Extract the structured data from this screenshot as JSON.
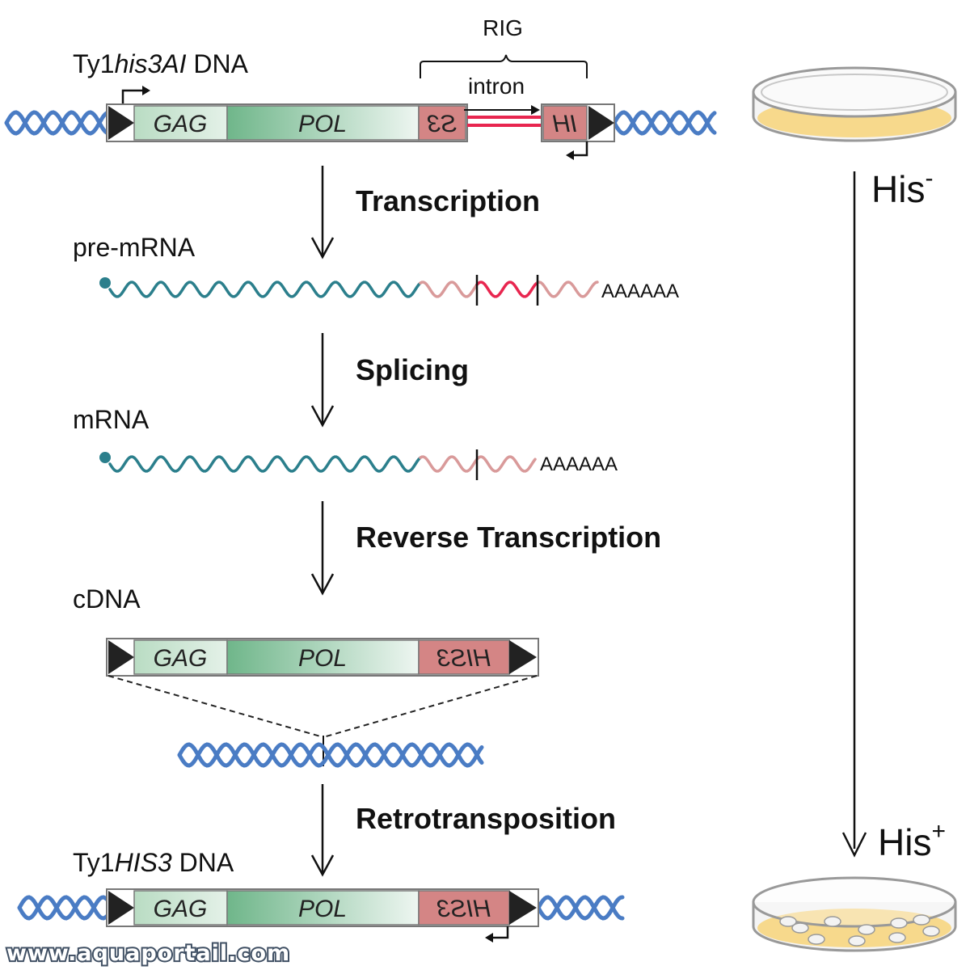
{
  "labels": {
    "ty1_prefix": "Ty1",
    "his3ai": "his3AI",
    "dna_suffix": " DNA",
    "rig": "RIG",
    "intron": "intron",
    "pre_mrna": "pre-mRNA",
    "mrna": "mRNA",
    "cdna": "cDNA",
    "his3_upper": "HIS3",
    "his": "His",
    "his_minus_sup": "-",
    "his_plus_sup": "+"
  },
  "steps": {
    "transcription": "Transcription",
    "splicing": "Splicing",
    "reverse_transcription": "Reverse Transcription",
    "retrotransposition": "Retrotransposition"
  },
  "segments": {
    "gag": "GAG",
    "pol": "POL",
    "s3_mirrored": "S3",
    "ih_mirrored": "IH",
    "sih3_mirrored": "HIS3"
  },
  "poly_a": "AAAAAA",
  "watermark": "www.aquaportail.com",
  "colors": {
    "helix": "#4a7cc4",
    "teal": "#2b7f8c",
    "pink": "#d99a9a",
    "red": "#e8264f",
    "gene_green": "#7fbf95",
    "his3_box": "#d48585",
    "plate_fill": "#f7d98c",
    "box_border": "#777777"
  }
}
